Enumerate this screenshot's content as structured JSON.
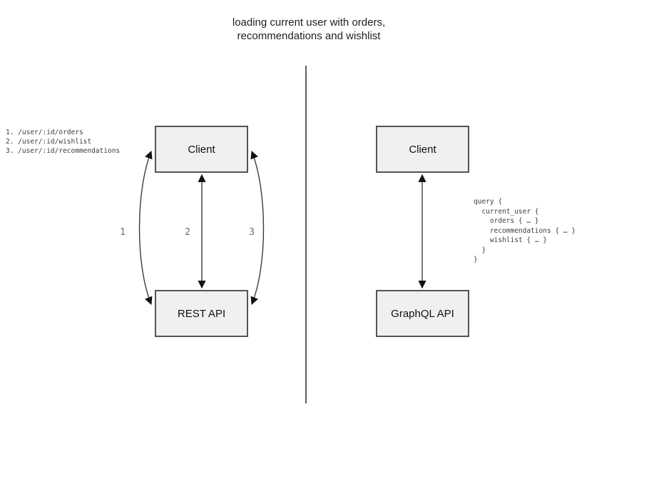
{
  "title": {
    "line1": "loading current user with orders,",
    "line2": "recommendations and wishlist"
  },
  "colors": {
    "box_fill": "#f0f0f0",
    "box_border": "#545454",
    "arrow_stroke": "#3c3c3c",
    "arrowhead": "#111111",
    "divider": "#5f5f5f",
    "label_gray": "#6b6b6b"
  },
  "left_panel": {
    "endpoints": "1. /user/:id/orders\n2. /user/:id/wishlist\n3. /user/:id/recommendations",
    "client_label": "Client",
    "api_label": "REST API",
    "arrow_labels": [
      "1",
      "2",
      "3"
    ]
  },
  "right_panel": {
    "client_label": "Client",
    "api_label": "GraphQL API",
    "query": "query {\n  current_user {\n    orders { … }\n    recommendations { … }\n    wishlist { … }\n  }\n}"
  }
}
